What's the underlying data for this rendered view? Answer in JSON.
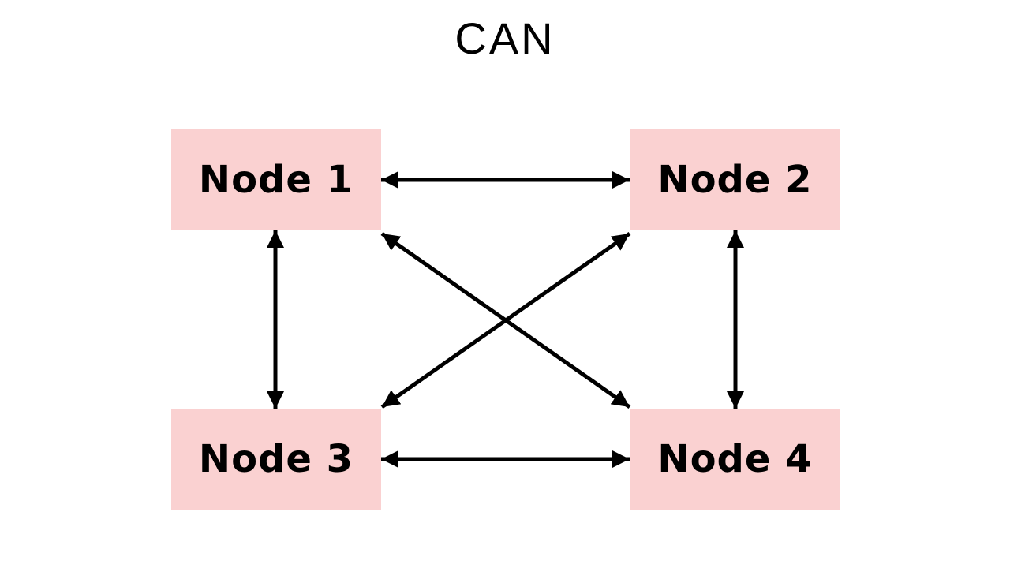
{
  "title": "CAN",
  "colors": {
    "background": "#ffffff",
    "node_fill": "#fad1d1",
    "ink": "#000000",
    "arrow": "#000000"
  },
  "nodes": [
    {
      "id": "node1",
      "label": "Node 1"
    },
    {
      "id": "node2",
      "label": "Node 2"
    },
    {
      "id": "node3",
      "label": "Node 3"
    },
    {
      "id": "node4",
      "label": "Node 4"
    }
  ],
  "edges": [
    {
      "from": "node1",
      "to": "node2",
      "bidirectional": true
    },
    {
      "from": "node3",
      "to": "node4",
      "bidirectional": true
    },
    {
      "from": "node1",
      "to": "node3",
      "bidirectional": true
    },
    {
      "from": "node2",
      "to": "node4",
      "bidirectional": true
    },
    {
      "from": "node1",
      "to": "node4",
      "bidirectional": true
    },
    {
      "from": "node2",
      "to": "node3",
      "bidirectional": true
    }
  ]
}
